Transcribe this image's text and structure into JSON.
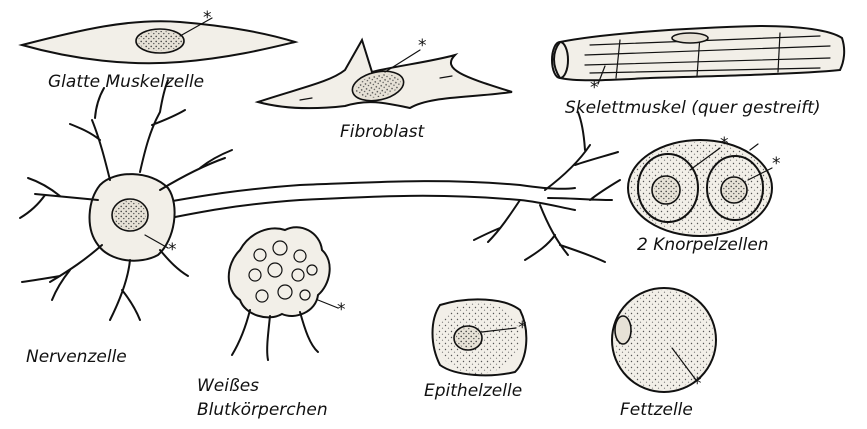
{
  "diagram": {
    "marker_symbol": "*",
    "labels": {
      "smooth_muscle": "Glatte Muskelzelle",
      "fibroblast": "Fibroblast",
      "skeletal_muscle": "Skelettmuskel (quer gestreift)",
      "cartilage": "2 Knorpelzellen",
      "neuron": "Nervenzelle",
      "wbc_line1": "Weißes",
      "wbc_line2": "Blutkörperchen",
      "epithelial": "Epithelzelle",
      "fat": "Fettzelle"
    }
  }
}
